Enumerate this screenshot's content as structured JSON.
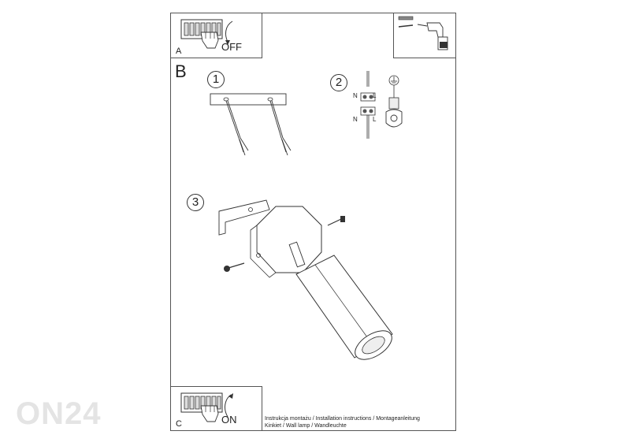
{
  "watermark": {
    "text": "ON24"
  },
  "panel_a": {
    "letter": "A",
    "action": "OFF"
  },
  "panel_b": {
    "letter": "B"
  },
  "panel_c": {
    "letter": "C",
    "action": "ON"
  },
  "steps": {
    "step1": "1",
    "step2": "2",
    "step3": "3"
  },
  "wiring": {
    "n_top": "N",
    "l_top": "L",
    "n_bottom": "N",
    "l_bottom": "L"
  },
  "captions": {
    "line1": "Instrukcja montażu / Installation instructions / Montageanleitung",
    "line2": "Kinkiet  / Wall lamp / Wandleuchte"
  },
  "icons": [
    "fuse-box-icon",
    "hand-icon",
    "rotate-arrow-icon",
    "wall-plug-icon",
    "drill-icon",
    "ground-symbol-icon",
    "screw-icon"
  ]
}
